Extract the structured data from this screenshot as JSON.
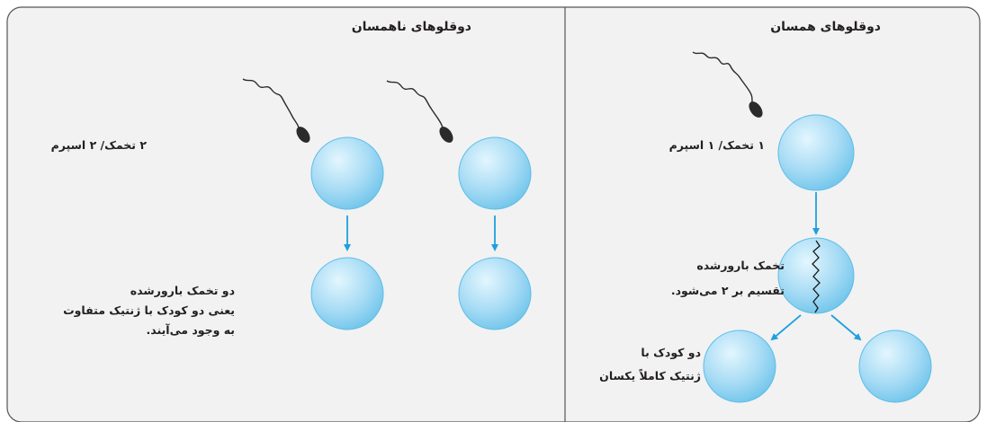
{
  "colors": {
    "panel_background": "#f2f2f2",
    "panel_border": "#555555",
    "cell_fill": "#8fd2f2",
    "cell_highlight": "#e3f6fe",
    "cell_outline": "#5cbde8",
    "arrow": "#1f9fdf",
    "sperm": "#2b2b2b",
    "text": "#231f20"
  },
  "identical_twins": {
    "title": "دوقلوهای همسان",
    "egg_sperm_label": "۱ تخمک/ ۱ اسپرم",
    "fertilized_egg_label": {
      "line1": "تخمک بارورشده",
      "line2": "تقسیم بر ۲ می‌شود."
    },
    "children_label": {
      "line1": "دو کودک با",
      "line2": "ژنتیک کاملاً یکسان"
    }
  },
  "fraternal_twins": {
    "title": "دوقلوهای ناهمسان",
    "egg_sperm_label": "۲ تخمک/ ۲ اسپرم",
    "result_label": {
      "line1": "دو تخمک بارورشده",
      "line2": "یعنی دو کودک با ژنتیک متفاوت",
      "line3": "به وجود می‌آیند."
    }
  }
}
